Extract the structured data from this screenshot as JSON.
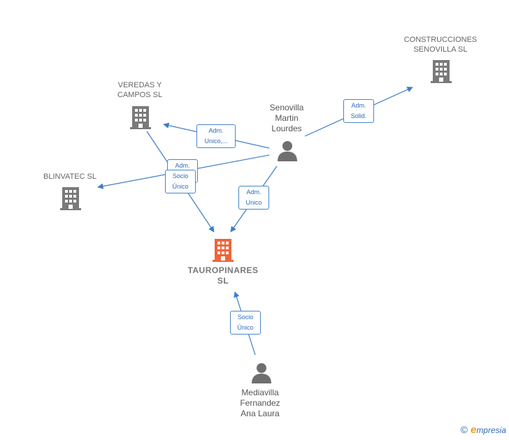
{
  "companies": {
    "construcciones": {
      "label": "CONSTRUCCIONES\nSENOVILLA SL",
      "icon": "building-icon"
    },
    "veredas": {
      "label": "VEREDAS Y\nCAMPOS  SL",
      "icon": "building-icon"
    },
    "blinvatec": {
      "label": "BLINVATEC SL",
      "icon": "building-icon"
    },
    "tauropinares": {
      "label": "TAUROPINARES\nSL",
      "icon": "building-icon"
    }
  },
  "people": {
    "senovilla": {
      "label": "Senovilla\nMartin\nLourdes",
      "icon": "person-icon"
    },
    "mediavilla": {
      "label": "Mediavilla\nFernandez\nAna Laura",
      "icon": "person-icon"
    }
  },
  "relations": {
    "adm_solid": "Adm.\nSolid.",
    "adm_unico_trunc": "Adm.\nUnico,...",
    "adm_hidden": "Adm.",
    "socio_unico_1": "Socio\nÚnico",
    "adm_unico": "Adm.\nUnico",
    "socio_unico_2": "Socio\nÚnico"
  },
  "footer": {
    "copyright_symbol": "©",
    "brand_initial": "e",
    "brand_rest": "mpresia"
  },
  "colors": {
    "building": "#7a7a7a",
    "focus_building": "#f0653a",
    "person": "#6f6f6f",
    "edge": "#3b7dc8",
    "label_border": "#4a86c8"
  }
}
